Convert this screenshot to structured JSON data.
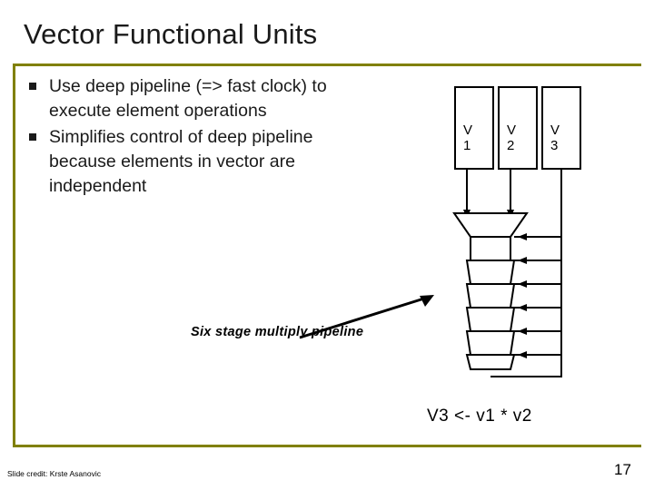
{
  "slide": {
    "title": "Vector Functional Units",
    "bullets": [
      "Use deep pipeline (=> fast clock) to execute element operations",
      "Simplifies control of deep pipeline because elements in vector are independent"
    ],
    "registers": [
      {
        "name": "v1-register",
        "line1": "V",
        "line2": "1"
      },
      {
        "name": "v2-register",
        "line1": "V",
        "line2": "2"
      },
      {
        "name": "v3-register",
        "line1": "V",
        "line2": "3"
      }
    ],
    "caption": "Six stage multiply pipeline",
    "equation": "V3 <- v1 * v2",
    "credit": "Slide credit: Krste Asanovic",
    "page_number": "17",
    "accent_color": "#808000",
    "stage_count": 6
  }
}
